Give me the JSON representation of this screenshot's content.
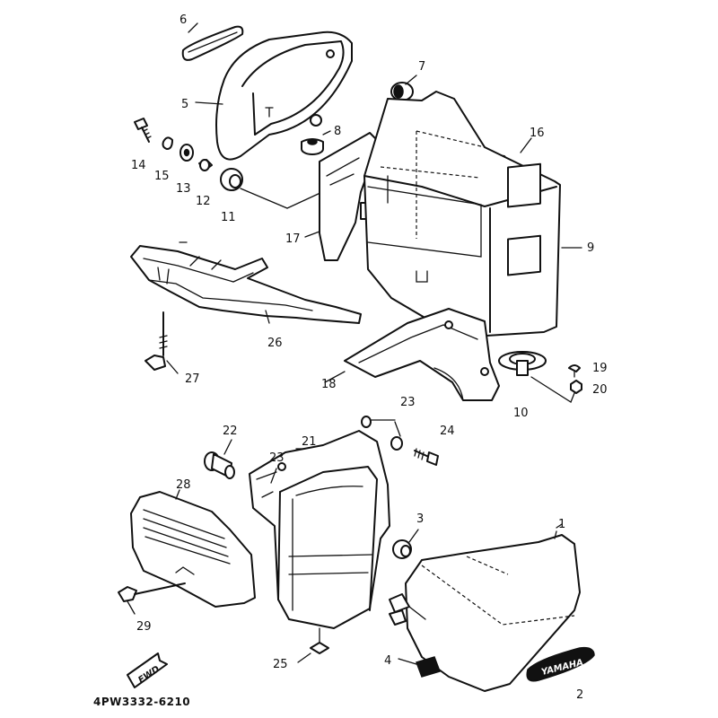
{
  "diagram": {
    "code": "4PW3332-6210",
    "fwd_label": "FWD",
    "emblem_text": "YAMAHA",
    "callouts": [
      {
        "id": "1",
        "text": "1"
      },
      {
        "id": "2",
        "text": "2"
      },
      {
        "id": "3",
        "text": "3"
      },
      {
        "id": "4",
        "text": "4"
      },
      {
        "id": "5",
        "text": "5"
      },
      {
        "id": "6",
        "text": "6"
      },
      {
        "id": "7",
        "text": "7"
      },
      {
        "id": "8",
        "text": "8"
      },
      {
        "id": "9",
        "text": "9"
      },
      {
        "id": "10",
        "text": "10"
      },
      {
        "id": "11",
        "text": "11"
      },
      {
        "id": "12",
        "text": "12"
      },
      {
        "id": "13",
        "text": "13"
      },
      {
        "id": "14",
        "text": "14"
      },
      {
        "id": "15",
        "text": "15"
      },
      {
        "id": "16",
        "text": "16"
      },
      {
        "id": "17",
        "text": "17"
      },
      {
        "id": "18",
        "text": "18"
      },
      {
        "id": "19",
        "text": "19"
      },
      {
        "id": "20",
        "text": "20"
      },
      {
        "id": "21",
        "text": "21"
      },
      {
        "id": "22",
        "text": "22"
      },
      {
        "id": "23a",
        "text": "23"
      },
      {
        "id": "23b",
        "text": "23"
      },
      {
        "id": "24",
        "text": "24"
      },
      {
        "id": "25",
        "text": "25"
      },
      {
        "id": "26",
        "text": "26"
      },
      {
        "id": "27",
        "text": "27"
      },
      {
        "id": "28",
        "text": "28"
      },
      {
        "id": "29",
        "text": "29"
      }
    ]
  }
}
